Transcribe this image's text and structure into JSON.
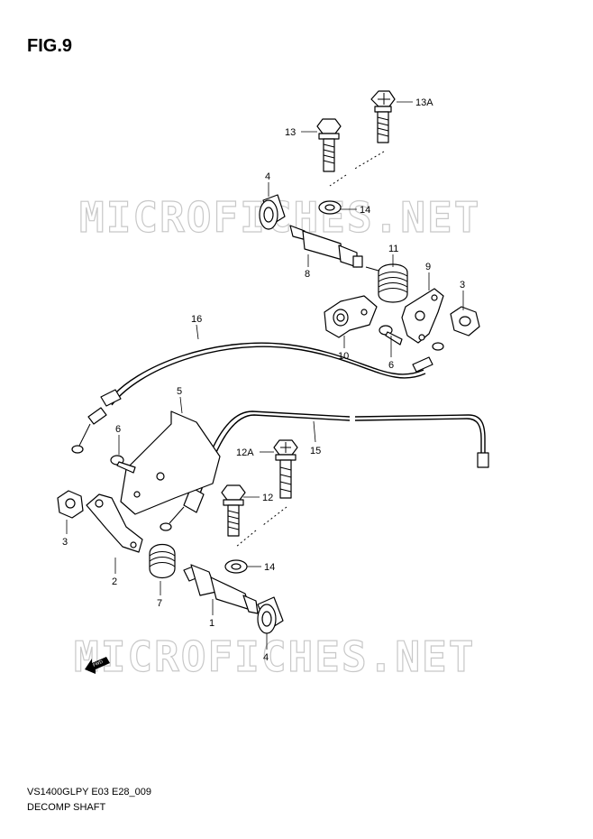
{
  "figure": {
    "title": "FIG.9",
    "model_code": "VS1400GLPY E03 E28_009",
    "caption": "DECOMP SHAFT"
  },
  "watermark": {
    "text": "MICROFICHES.NET"
  },
  "direction_marker": {
    "label": "FWD"
  },
  "callouts": {
    "c13a": "13A",
    "c13": "13",
    "c4_top": "4",
    "c14_top": "14",
    "c11": "11",
    "c9": "9",
    "c3_right": "3",
    "c8": "8",
    "c10": "10",
    "c6_top": "6",
    "c16": "16",
    "c5": "5",
    "c6_left": "6",
    "c12a": "12A",
    "c15": "15",
    "c12": "12",
    "c3_left": "3",
    "c14_bottom": "14",
    "c2": "2",
    "c7": "7",
    "c1": "1",
    "c4_bottom": "4"
  },
  "colors": {
    "line": "#000000",
    "watermark": "#c8c8c8",
    "background": "#ffffff"
  }
}
